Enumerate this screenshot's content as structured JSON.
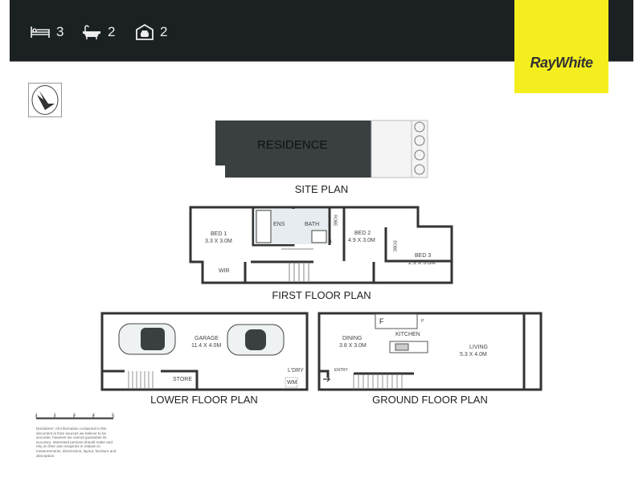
{
  "header": {
    "stats": [
      {
        "icon": "bed-icon",
        "value": "3"
      },
      {
        "icon": "bath-icon",
        "value": "2"
      },
      {
        "icon": "garage-icon",
        "value": "2"
      }
    ],
    "brand": "RayWhite",
    "accent": "#f4ee1e",
    "background": "#1b2023"
  },
  "site_plan": {
    "title": "SITE PLAN",
    "residence": "RESIDENCE"
  },
  "first_floor": {
    "title": "FIRST FLOOR PLAN",
    "rooms": [
      {
        "name": "BED 1",
        "size": "3.3 X 3.0M"
      },
      {
        "name": "ENS"
      },
      {
        "name": "BATH"
      },
      {
        "name": "ROBE"
      },
      {
        "name": "L"
      },
      {
        "name": "BED 2",
        "size": "4.9 X 3.0M"
      },
      {
        "name": "ROBE"
      },
      {
        "name": "BED 3",
        "size": "2.9 X 3.0M"
      },
      {
        "name": "WIR"
      }
    ]
  },
  "lower_floor": {
    "title": "LOWER FLOOR PLAN",
    "rooms": [
      {
        "name": "GARAGE",
        "size": "11.4 X 4.0M"
      },
      {
        "name": "STORE"
      },
      {
        "name": "L'DRY"
      },
      {
        "name": "WM"
      }
    ]
  },
  "ground_floor": {
    "title": "GROUND FLOOR PLAN",
    "rooms": [
      {
        "name": "DINING",
        "size": "3.8 X 3.0M"
      },
      {
        "name": "KITCHEN"
      },
      {
        "name": "LIVING",
        "size": "5.3 X 4.0M"
      },
      {
        "name": "ENTRY"
      },
      {
        "name": "F"
      },
      {
        "name": "P"
      }
    ]
  },
  "scale": {
    "ticks": [
      "1",
      "2",
      "3",
      "4",
      "5"
    ]
  },
  "disclaimer": "Disclaimer: All information contained in this document is from sources we believe to be accurate, however we cannot guarantee its accuracy. Interested persons should make and rely on their own enquiries in relation to measurements, dimensions, layout, furniture and description."
}
